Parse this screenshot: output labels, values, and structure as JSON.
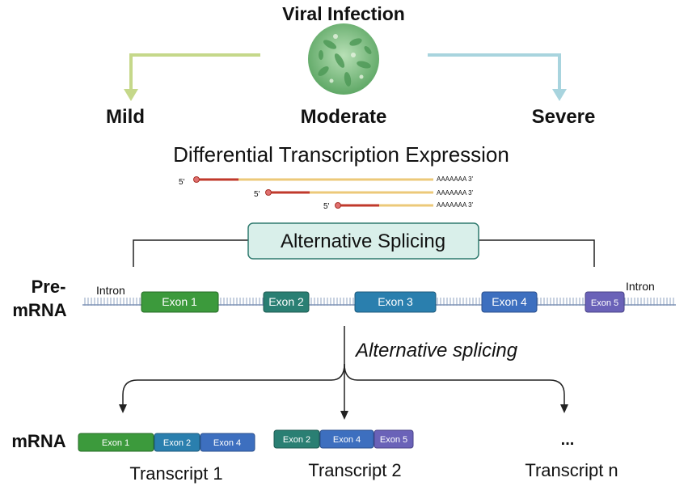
{
  "top": {
    "title": "Viral Infection",
    "severity": {
      "mild": "Mild",
      "moderate": "Moderate",
      "severe": "Severe"
    }
  },
  "expression": {
    "title": "Differential Transcription Expression",
    "five_prime": "5'",
    "tail": "AAAAAAA 3'"
  },
  "splicing_box": {
    "label": "Alternative Splicing"
  },
  "premrna": {
    "label_line1": "Pre-",
    "label_line2": "mRNA",
    "intron_left": "Intron",
    "intron_right": "Intron",
    "exons": [
      "Exon 1",
      "Exon 2",
      "Exon 3",
      "Exon 4",
      "Exon 5"
    ]
  },
  "process_label": "Alternative splicing",
  "mrna": {
    "label": "mRNA",
    "ellipsis": "...",
    "transcripts": [
      {
        "name": "Transcript 1",
        "exons": [
          "Exon 1",
          "Exon 2",
          "Exon 4"
        ]
      },
      {
        "name": "Transcript 2",
        "exons": [
          "Exon 2",
          "Exon 4",
          "Exon 5"
        ]
      },
      {
        "name": "Transcript n"
      }
    ]
  },
  "colors": {
    "mild": "#c5d88a",
    "severe": "#a8d4de",
    "exon1": "#3c9a3c",
    "exon2": "#2a7f73",
    "exon3": "#2a7fae",
    "exon4": "#3d6fbf",
    "exon5": "#6a62b8",
    "box_fill": "#d9efea",
    "box_stroke": "#2f7a6e",
    "virus": "#7fbf85"
  }
}
